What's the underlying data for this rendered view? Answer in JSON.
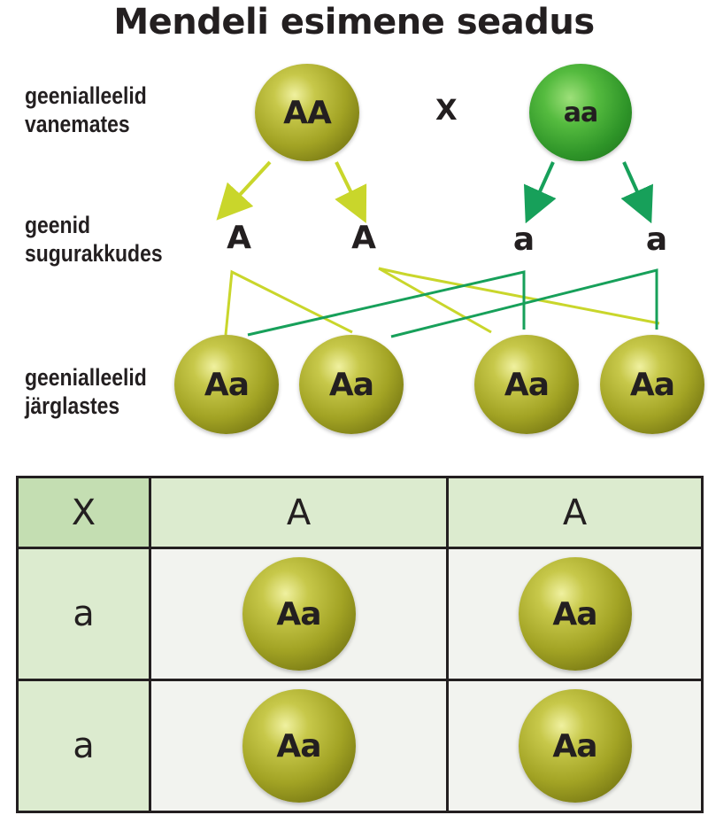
{
  "title": "Mendeli esimene seadus",
  "labels": {
    "parents": [
      "geenialleelid",
      "vanemates"
    ],
    "gametes": [
      "geenid",
      "sugurakkudes"
    ],
    "offspring": [
      "geenialleelid",
      "järglastes"
    ]
  },
  "parents": {
    "left": "AA",
    "cross": "X",
    "right": "aa"
  },
  "gametes": [
    "A",
    "A",
    "a",
    "a"
  ],
  "offspring": [
    "Aa",
    "Aa",
    "Aa",
    "Aa"
  ],
  "punnett": {
    "corner": "X",
    "columns": [
      "A",
      "A"
    ],
    "rows": [
      {
        "header": "a",
        "cells": [
          "Aa",
          "Aa"
        ]
      },
      {
        "header": "a",
        "cells": [
          "Aa",
          "Aa"
        ]
      }
    ]
  },
  "colors": {
    "dominant_line": "#c9d62b",
    "recessive_line": "#17a05a",
    "yellow_pea": "#a2a324",
    "green_pea": "#2e9428",
    "table_corner": "#c4deb2",
    "table_header": "#dcebcf",
    "table_cell": "#f2f3ef"
  }
}
